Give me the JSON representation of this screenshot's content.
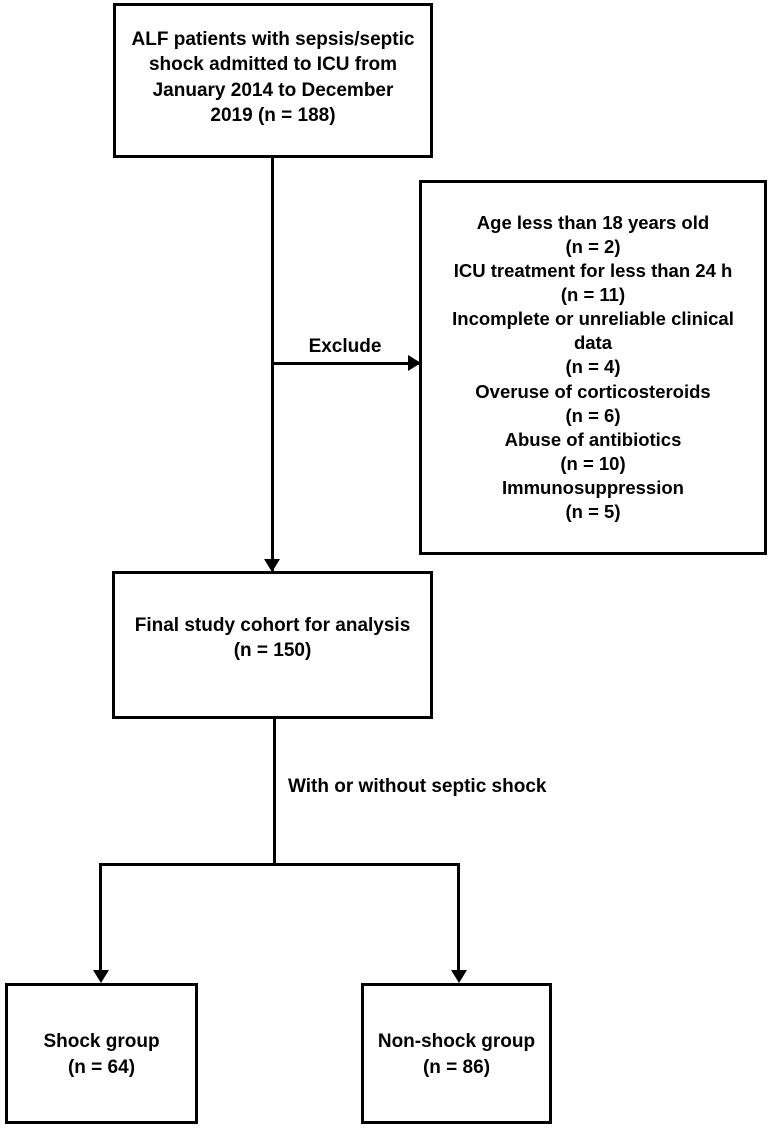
{
  "diagram": {
    "type": "study-flow-chart",
    "enrollment_box": {
      "text": "ALF patients with sepsis/septic\nshock admitted to ICU from\nJanuary 2014 to December\n2019 (n = 188)"
    },
    "exclusions_box": {
      "items": [
        "Age less than 18 years old\n(n = 2)",
        "ICU treatment for less than 24 h\n(n = 11)",
        "Incomplete or unreliable clinical\ndata\n(n = 4)",
        "Overuse of corticosteroids\n(n = 6)",
        "Abuse of antibiotics\n(n = 10)",
        "Immunosuppression\n(n = 5)"
      ]
    },
    "exclude_label": "Exclude",
    "cohort_box": {
      "text": "Final study cohort for analysis\n(n = 150)"
    },
    "split_label": "With or without septic shock",
    "shock_box": {
      "text": "Shock group\n(n = 64)"
    },
    "nonshock_box": {
      "text": "Non-shock group\n(n = 86)"
    },
    "colors": {
      "stroke": "#000000",
      "fill": "#ffffff",
      "text": "#000000"
    }
  }
}
